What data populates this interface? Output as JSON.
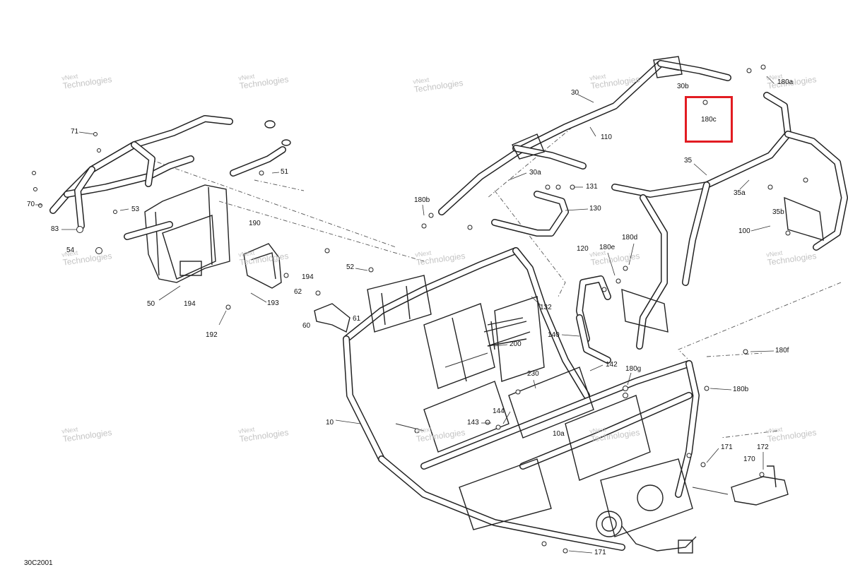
{
  "diagram": {
    "code": "30C2001",
    "watermark": {
      "line1": "vNext",
      "line2": "Technologies"
    },
    "highlight_label": "180c",
    "callouts": [
      {
        "id": "c71",
        "text": "71"
      },
      {
        "id": "c70",
        "text": "70"
      },
      {
        "id": "c83",
        "text": "83"
      },
      {
        "id": "c54",
        "text": "54"
      },
      {
        "id": "c53",
        "text": "53"
      },
      {
        "id": "c51",
        "text": "51"
      },
      {
        "id": "c50",
        "text": "50"
      },
      {
        "id": "c194a",
        "text": "194"
      },
      {
        "id": "c194b",
        "text": "194"
      },
      {
        "id": "c190",
        "text": "190"
      },
      {
        "id": "c193",
        "text": "193"
      },
      {
        "id": "c192",
        "text": "192"
      },
      {
        "id": "c52",
        "text": "52"
      },
      {
        "id": "c62",
        "text": "62"
      },
      {
        "id": "c60",
        "text": "60"
      },
      {
        "id": "c61",
        "text": "61"
      },
      {
        "id": "c10",
        "text": "10"
      },
      {
        "id": "c30",
        "text": "30"
      },
      {
        "id": "c30b",
        "text": "30b"
      },
      {
        "id": "c110",
        "text": "110"
      },
      {
        "id": "c30a",
        "text": "30a"
      },
      {
        "id": "c180b1",
        "text": "180b"
      },
      {
        "id": "c131",
        "text": "131"
      },
      {
        "id": "c130",
        "text": "130"
      },
      {
        "id": "c35",
        "text": "35"
      },
      {
        "id": "c35a",
        "text": "35a"
      },
      {
        "id": "c35b",
        "text": "35b"
      },
      {
        "id": "c100",
        "text": "100"
      },
      {
        "id": "c180a",
        "text": "180a"
      },
      {
        "id": "c180d",
        "text": "180d"
      },
      {
        "id": "c180e",
        "text": "180e"
      },
      {
        "id": "c120",
        "text": "120"
      },
      {
        "id": "c132",
        "text": "132"
      },
      {
        "id": "c140",
        "text": "140"
      },
      {
        "id": "c200",
        "text": "200"
      },
      {
        "id": "c142",
        "text": "142"
      },
      {
        "id": "c230",
        "text": "230"
      },
      {
        "id": "c180g",
        "text": "180g"
      },
      {
        "id": "c180f",
        "text": "180f"
      },
      {
        "id": "c180b2",
        "text": "180b"
      },
      {
        "id": "c144",
        "text": "144"
      },
      {
        "id": "c143",
        "text": "143"
      },
      {
        "id": "c10a",
        "text": "10a"
      },
      {
        "id": "c171a",
        "text": "171"
      },
      {
        "id": "c172",
        "text": "172"
      },
      {
        "id": "c170",
        "text": "170"
      },
      {
        "id": "c171b",
        "text": "171"
      }
    ]
  }
}
